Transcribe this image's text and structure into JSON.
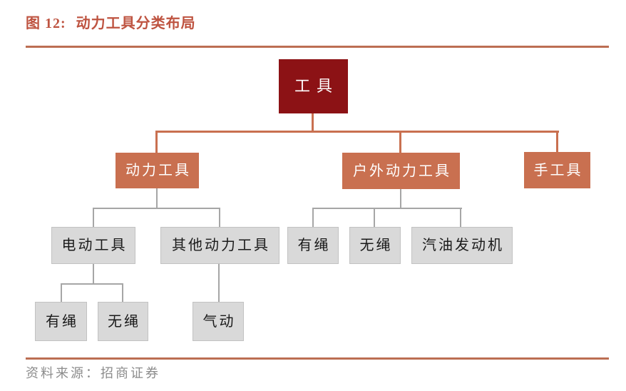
{
  "figure": {
    "title_prefix": "图 12:",
    "title_text": "动力工具分类布局",
    "source_text": "资料来源：招商证券"
  },
  "colors": {
    "title_text": "#BE5340",
    "horizontal_rule": "#BC6E53",
    "root_box": "#8C1215",
    "branch_box": "#C97050",
    "branch_connector": "#C97050",
    "leaf_box": "#D9D9D9",
    "leaf_connector": "#A6A6A6",
    "source_text_color": "#8C8C8C"
  },
  "tree": {
    "root": {
      "label": "工具"
    },
    "branches": [
      {
        "label": "动力工具"
      },
      {
        "label": "户外动力工具"
      },
      {
        "label": "手工具"
      }
    ],
    "power_children": [
      {
        "label": "电动工具"
      },
      {
        "label": "其他动力工具"
      }
    ],
    "electric_children": [
      {
        "label": "有绳"
      },
      {
        "label": "无绳"
      }
    ],
    "other_children": [
      {
        "label": "气动"
      }
    ],
    "outdoor_children": [
      {
        "label": "有绳"
      },
      {
        "label": "无绳"
      },
      {
        "label": "汽油发动机"
      }
    ]
  }
}
